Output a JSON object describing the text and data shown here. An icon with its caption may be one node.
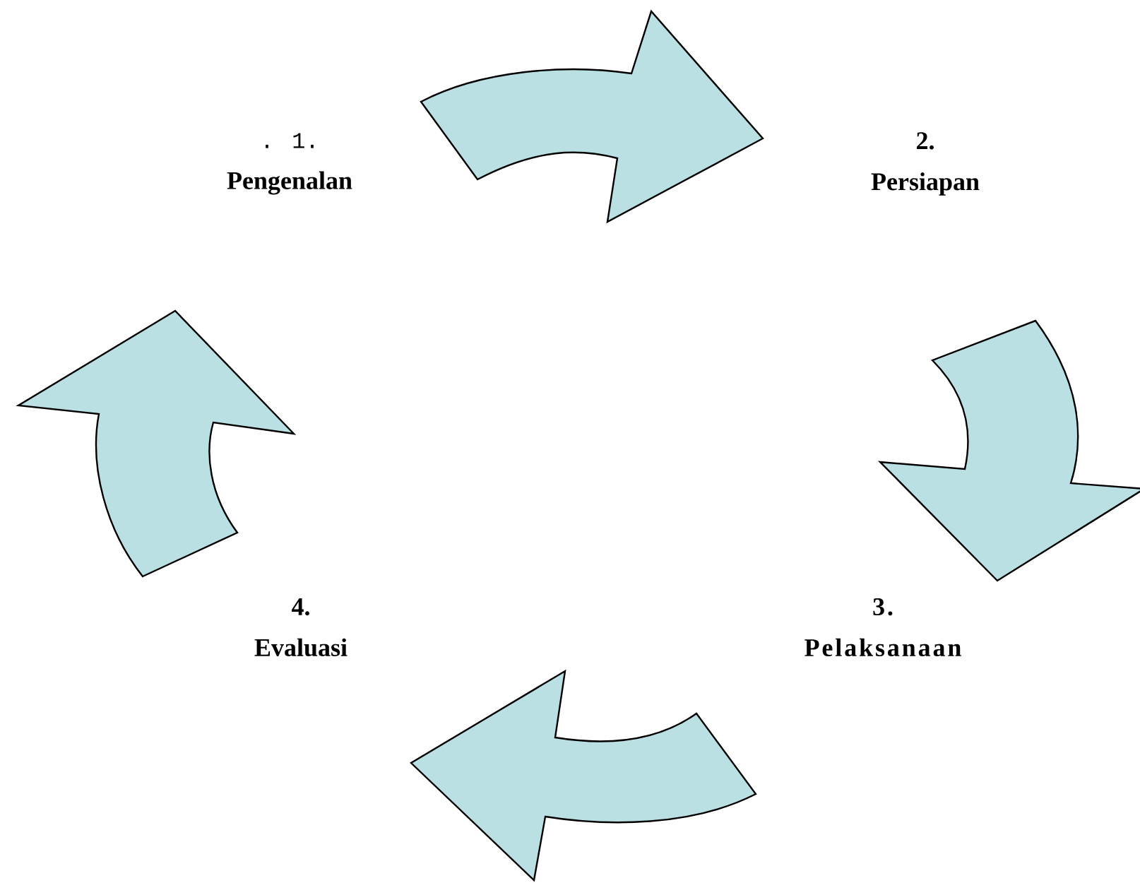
{
  "diagram": {
    "nodes": [
      {
        "text": [
          ". 1.",
          "Pengenalan"
        ]
      },
      {
        "text": [
          "2.",
          "Persiapan"
        ]
      },
      {
        "text": [
          "3.",
          "Pelaksanaan"
        ]
      },
      {
        "text": [
          "4.",
          "Evaluasi"
        ]
      }
    ],
    "edges": [
      {
        "from": 0,
        "to": 1,
        "arrow": "to"
      },
      {
        "from": 1,
        "to": 2,
        "arrow": "to"
      },
      {
        "from": 2,
        "to": 3,
        "arrow": "to"
      },
      {
        "from": 3,
        "to": 0,
        "arrow": "to"
      }
    ]
  }
}
